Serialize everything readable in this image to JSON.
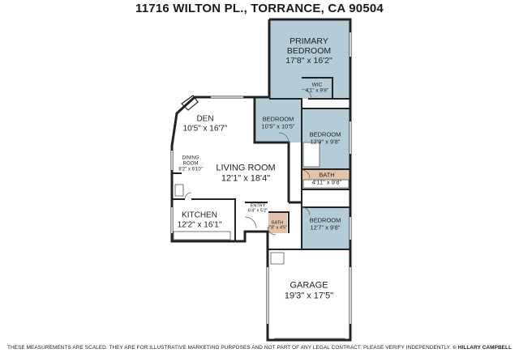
{
  "title": "11716 WILTON PL., TORRANCE, CA 90504",
  "rooms": {
    "primary_bedroom": {
      "name_1": "PRIMARY",
      "name_2": "BEDROOM",
      "dims": "17'8\" x 16'2\""
    },
    "wic": {
      "name": "WIC",
      "dims": "4'1\" x 9'8\""
    },
    "bedroom_a": {
      "name": "BEDROOM",
      "dims": "10'5\" x 10'5\""
    },
    "bedroom_b": {
      "name": "BEDROOM",
      "dims": "12'9\" x 9'8\""
    },
    "bath_main": {
      "name": "BATH",
      "dims": "4'11\" x 9'8\""
    },
    "bedroom_c": {
      "name": "BEDROOM",
      "dims": "12'7\" x 9'8\""
    },
    "bath_small": {
      "name": "BATH",
      "dims": "7'8\" x 4'5\""
    },
    "den": {
      "name": "DEN",
      "dims": "10'5\" x 16'7\""
    },
    "dining": {
      "name_1": "DINING",
      "name_2": "ROOM",
      "dims": "8'2\" x 6'10\""
    },
    "living": {
      "name": "LIVING ROOM",
      "dims": "12'1\" x 18'4\""
    },
    "entry": {
      "name": "ENTRY",
      "dims": "6'4\" x 5'2\""
    },
    "kitchen": {
      "name": "KITCHEN",
      "dims": "12'2\" x 16'1\""
    },
    "garage": {
      "name": "GARAGE",
      "dims": "19'3\" x 17'5\""
    }
  },
  "footer": {
    "text": "THESE MEASUREMENTS ARE SCALED.  THEY ARE FOR ILLUSTRATIVE MARKETING PURPOSES AND NOT PART OF ANY LEGAL CONTRACT.  PLEASE VERIFY INDEPENDENTLY.",
    "credit": "© HILLARY CAMPBELL"
  },
  "colors": {
    "bedroom_fill": "#b5ccd7",
    "bath_fill": "#e4c3ac",
    "wall": "#222222"
  }
}
